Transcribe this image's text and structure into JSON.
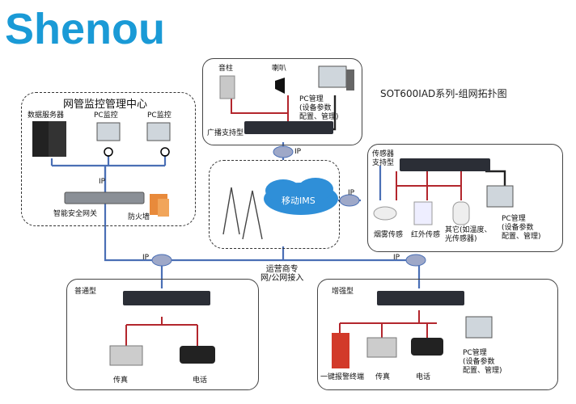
{
  "logo": "Shenou",
  "title": "SOT600IAD系列-组网拓扑图",
  "colors": {
    "brand": "#1a9ad6",
    "link_blue": "#4a6fb5",
    "link_red": "#b3262d",
    "cloud": "#2f8fd8"
  },
  "nms": {
    "heading": "网管监控管理中心",
    "server": "数据服务器",
    "pc1": "PC监控",
    "pc2": "PC监控",
    "ip": "IP",
    "gateway": "智能安全网关",
    "firewall": "防火墙"
  },
  "broadcast": {
    "speaker_col": "音柱",
    "horn": "喇叭",
    "pc_note": "PC管理\n(设备参数\n配置、管理)",
    "label": "广播支持型",
    "ip": "IP"
  },
  "mobile": {
    "cloud": "移动IMS",
    "ip": "IP"
  },
  "sensor": {
    "label": "传感器\n支持型",
    "smoke": "烟雾传感",
    "infrared": "红外传感",
    "other": "其它(如温度、\n光传感器)",
    "pc_note": "PC管理\n(设备参数\n配置、管理)"
  },
  "core": {
    "ip_left": "IP",
    "ip_right": "IP",
    "label": "运营商专\n网/公网接入"
  },
  "normal": {
    "label": "普通型",
    "fax": "传真",
    "phone": "电话"
  },
  "enhanced": {
    "label": "增强型",
    "alarm": "一键报警终端",
    "fax": "传真",
    "phone": "电话",
    "pc_note": "PC管理\n(设备参数\n配置、管理)"
  }
}
